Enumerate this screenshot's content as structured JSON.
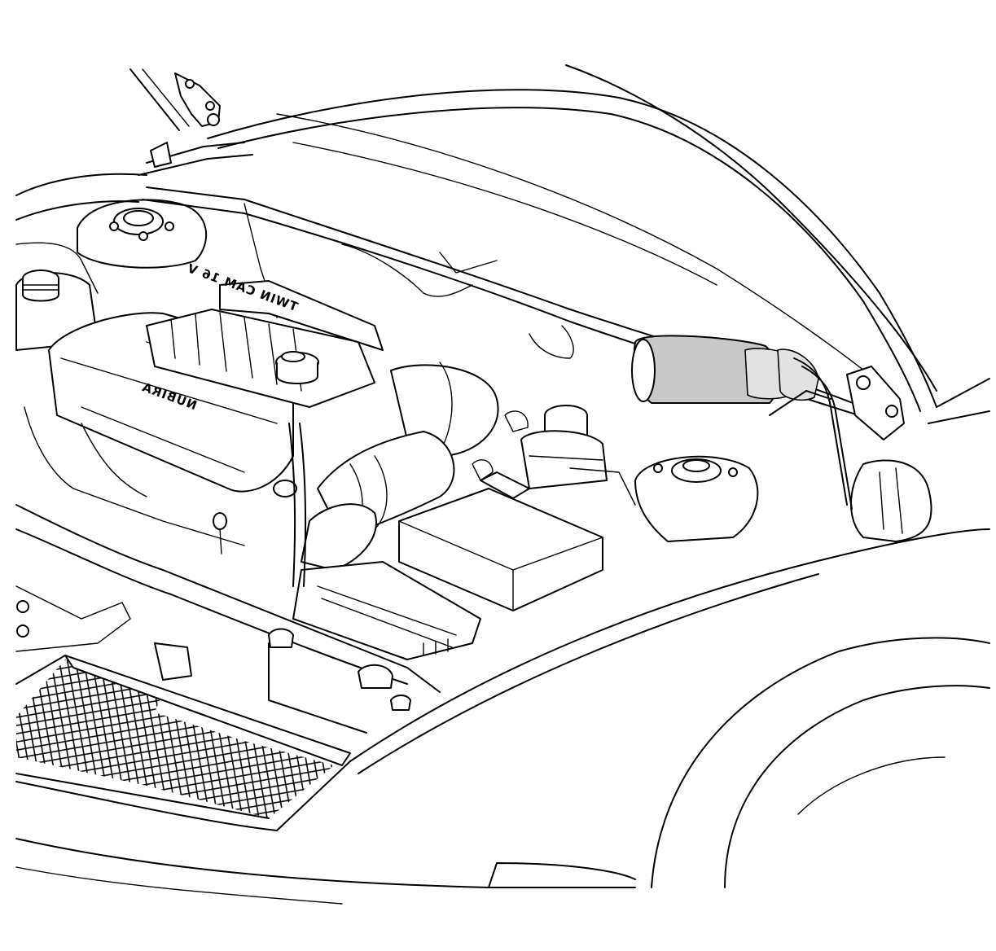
{
  "diagram": {
    "cover_text_upper": "TWIN CAM 16 V",
    "cover_text_lower": "NUBIRA",
    "highlighted_part": "hood-support-rod"
  }
}
